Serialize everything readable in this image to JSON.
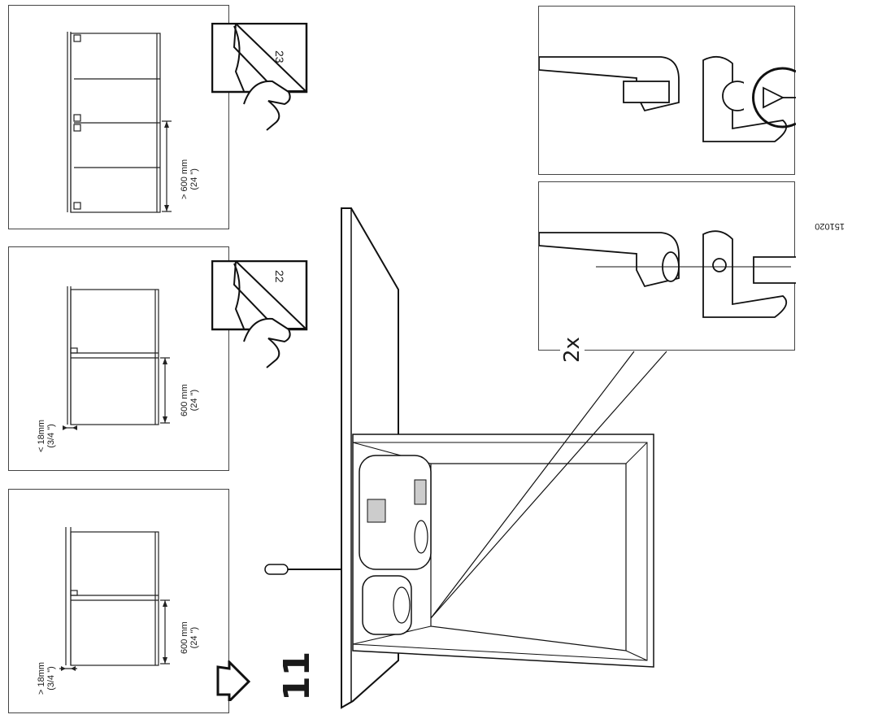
{
  "page": {
    "step_number": "11",
    "quantity": "2x",
    "part_number": "151020"
  },
  "options": [
    {
      "id": "gt600",
      "dimension_mm": "> 600 mm",
      "dimension_in": "(24 \")",
      "page_ref": "23"
    },
    {
      "id": "600_lt18",
      "dimension_mm": "600 mm",
      "dimension_in": "(24 \")",
      "thickness_mm": "< 18mm",
      "thickness_in": "(3/4 \")",
      "page_ref": "22"
    },
    {
      "id": "600_gt18",
      "dimension_mm": "600 mm",
      "dimension_in": "(24 \")",
      "thickness_mm": "> 18mm",
      "thickness_in": "(3/4 \")"
    }
  ],
  "icons": {
    "page_turn": "page-turn-hand-icon",
    "arrow": "next-arrow-icon",
    "screwdriver": "screwdriver-rotate-icon"
  }
}
